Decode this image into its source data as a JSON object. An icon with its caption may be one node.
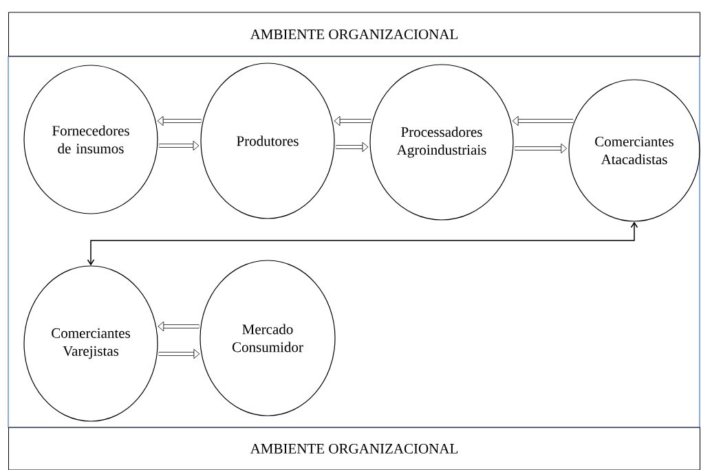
{
  "diagram": {
    "nodes": [
      {
        "text": [
          "AMBIENTE ORGANIZACIONAL"
        ]
      },
      {
        "text": [
          "AMBIENTE ORGANIZACIONAL"
        ]
      },
      {
        "text": [
          "Fornecedores de insumos"
        ]
      },
      {
        "text": [
          "Produtores"
        ]
      },
      {
        "text": [
          "Processadores Agroindustriais"
        ]
      },
      {
        "text": [
          "Comerciantes Atacadistas"
        ]
      },
      {
        "text": [
          "Comerciantes Varejistas"
        ]
      },
      {
        "text": [
          "Mercado Consumidor"
        ]
      }
    ],
    "edges": [
      {
        "from": 3,
        "to": 2,
        "arrow": "to"
      },
      {
        "from": 2,
        "to": 3,
        "arrow": "to"
      },
      {
        "from": 4,
        "to": 3,
        "arrow": "to"
      },
      {
        "from": 3,
        "to": 4,
        "arrow": "to"
      },
      {
        "from": 5,
        "to": 4,
        "arrow": "to"
      },
      {
        "from": 4,
        "to": 5,
        "arrow": "to"
      },
      {
        "from": 5,
        "to": 6,
        "arrow": "both"
      },
      {
        "from": 7,
        "to": 6,
        "arrow": "to"
      },
      {
        "from": 6,
        "to": 7,
        "arrow": "to"
      }
    ]
  }
}
